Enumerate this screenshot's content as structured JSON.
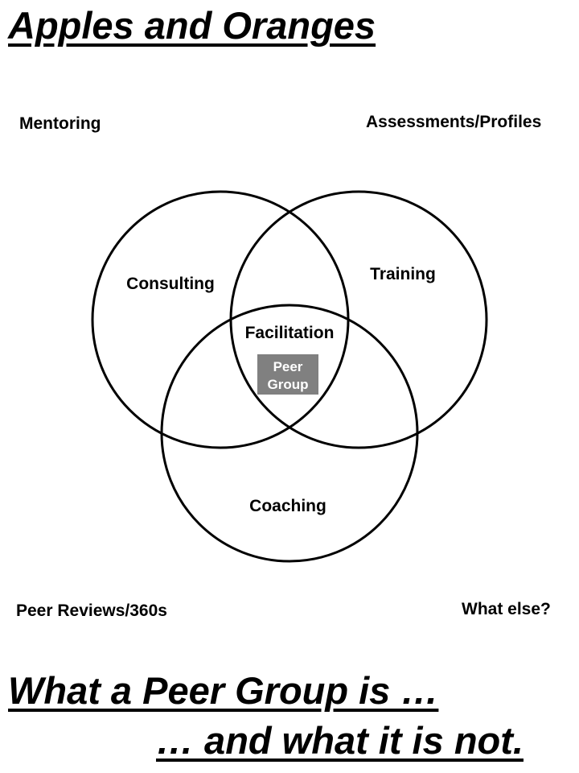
{
  "title": "Apples and Oranges",
  "corners": {
    "top_left": "Mentoring",
    "top_right": "Assessments/Profiles",
    "bottom_left": "Peer Reviews/360s",
    "bottom_right": "What else?"
  },
  "venn": {
    "circles": {
      "left": "Consulting",
      "right": "Training",
      "bottom": "Coaching"
    },
    "intersection": "Facilitation",
    "center_box": {
      "line1": "Peer",
      "line2": "Group",
      "color": "#808080"
    }
  },
  "subtitle": {
    "line1": "What a Peer Group is …",
    "line2": "… and what it is not."
  }
}
